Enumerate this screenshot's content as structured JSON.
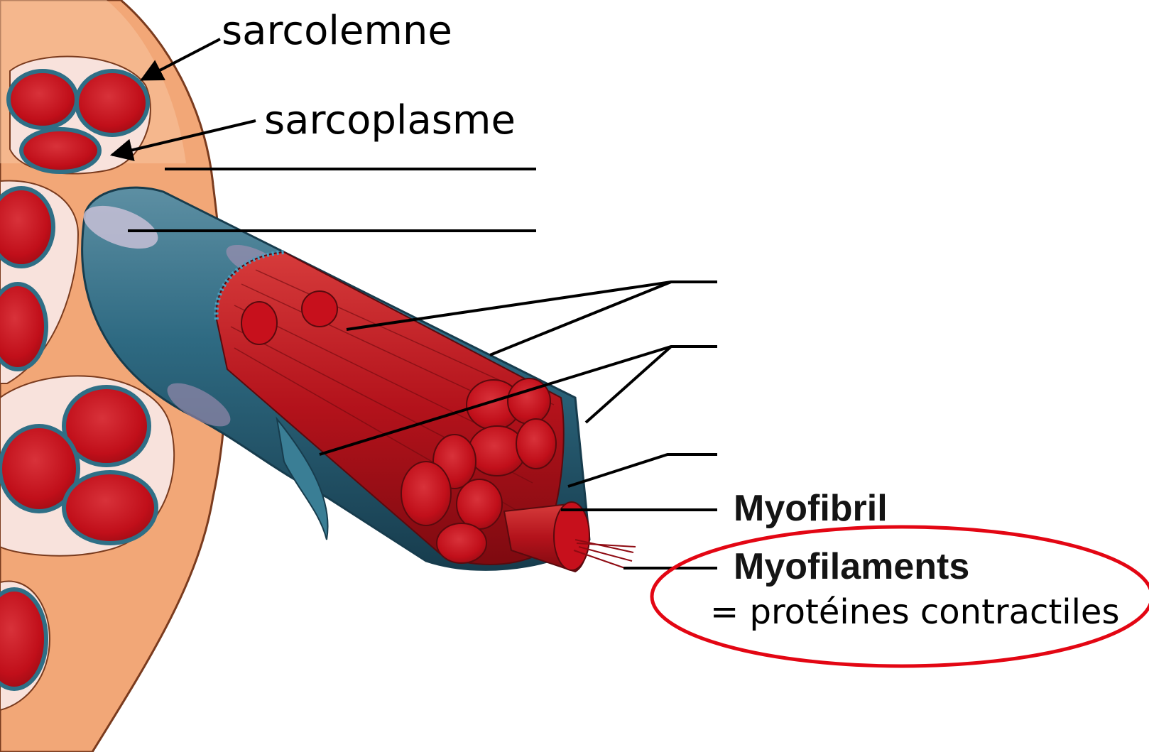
{
  "labels": {
    "sarcolemne": "sarcolemne",
    "sarcoplasme": "sarcoplasme",
    "myofibril": "Myofibril",
    "myofilaments": "Myofilaments",
    "myofilaments_note": "= protéines contractiles"
  },
  "colors": {
    "tissue_orange": "#f2a777",
    "tissue_light": "#f7c8a3",
    "fiber_red": "#c7101c",
    "fiber_dark_red": "#8e0a12",
    "membrane_teal": "#2f6f86",
    "membrane_dark": "#1f4b5e",
    "endomysium_pink": "#f8e2dc",
    "highlight_ellipse": "#e30613"
  }
}
